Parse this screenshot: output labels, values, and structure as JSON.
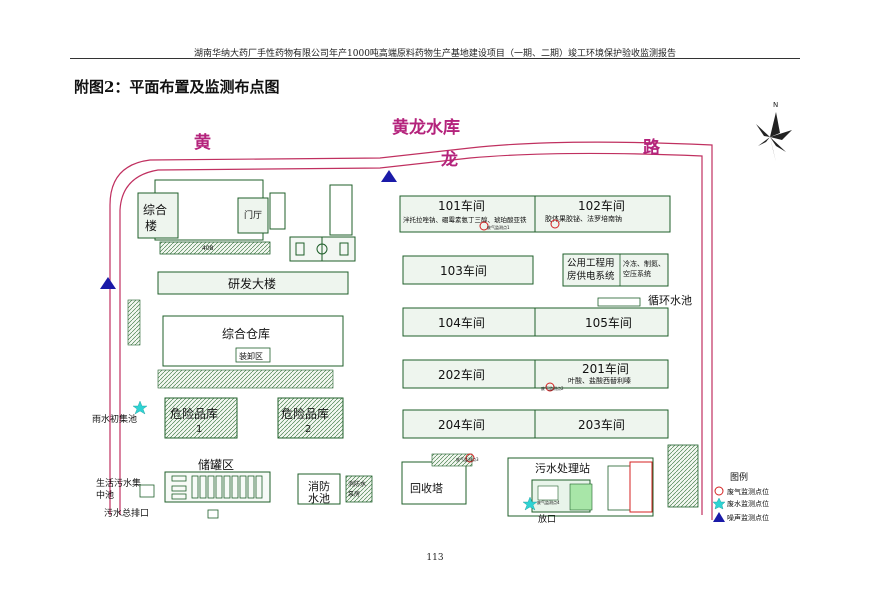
{
  "header_text": "湖南华纳大药厂手性药物有限公司年产1000吨高端原料药物生产基地建设项目（一期、二期）竣工环境保护验收监测报告",
  "header_overlap_number": "113",
  "figure_title": "附图2：平面布置及监测布点图",
  "page_number": "113",
  "roads": {
    "huang": "黄",
    "long": "龙",
    "lu": "路",
    "reservoir": "黄龙水库"
  },
  "buildings": {
    "zonghe_lou": "综合楼",
    "menting": "门厅",
    "room_number": "408",
    "yanfa": "研发大楼",
    "cangku": "综合仓库",
    "zhuangxie": "装卸区",
    "wei1": "危险品库",
    "wei1_num": "1",
    "wei2": "危险品库",
    "wei2_num": "2",
    "chuguan": "储罐区",
    "yushui": "雨水初集池",
    "shenghuo": "生活污水集中池",
    "wushui_paikou": "污水总排口",
    "xiaofang": "消防水池",
    "xiaofang_beng": "消防水泵房",
    "huishou": "回收塔",
    "wushui_zhan": "污水处理站",
    "fangkou": "放口",
    "ws101": "101车间",
    "ws101_sub": "泮托拉唑钠、硼霉素氨丁三醇、琥珀酸亚铁",
    "ws102": "102车间",
    "ws102_sub": "胶体果胶铋、法罗培南钠",
    "ws103": "103车间",
    "gongyong": "公用工程用房供电系统",
    "gongyong_sub": "冷冻、制氮、空压系统",
    "xunhuan": "循环水池",
    "ws104": "104车间",
    "ws105": "105车间",
    "ws202": "202车间",
    "ws201": "201车间",
    "ws201_sub": "叶酸、盐酸西替利嗪",
    "ws204": "204车间",
    "ws203": "203车间"
  },
  "tiny_labels": {
    "gas_point_101": "废气监测点1",
    "gas_point_201": "废气监测点2",
    "gas_point_recovery": "废气监测点3",
    "gas_point_station": "废气监测点4"
  },
  "legend": {
    "title": "图例",
    "gas": "废气监测点位",
    "water": "废水监测点位",
    "noise": "噪声监测点位"
  },
  "colors": {
    "road": "#c0286e",
    "building_fill": "#eef5ee",
    "building_stroke": "#1f5f2a",
    "water_marker": "#2fd3d3",
    "noise_marker": "#1a1aa8",
    "gas_marker": "#d42020",
    "fence": "#c03060"
  }
}
